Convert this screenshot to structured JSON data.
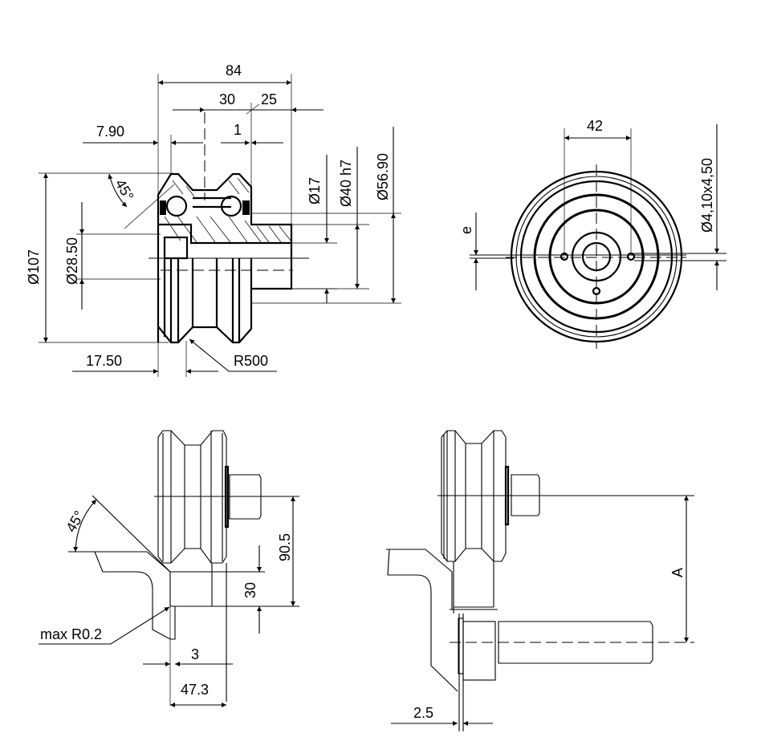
{
  "section_view": {
    "dim_overall_width": "84",
    "dim_30": "30",
    "dim_25": "25",
    "dim_7_90": "7.90",
    "dim_1": "1",
    "dim_angle": "45°",
    "dim_d17": "Ø17",
    "dim_d40": "Ø40 h7",
    "dim_d56": "Ø56.90",
    "dim_d107": "Ø107",
    "dim_d28": "Ø28.50",
    "dim_17_50": "17.50",
    "dim_radius": "R500"
  },
  "front_view": {
    "dim_42": "42",
    "dim_e": "e",
    "dim_hole": "Ø4,10x4,50"
  },
  "mount_view_left": {
    "dim_angle": "45°",
    "dim_90_5": "90.5",
    "dim_30": "30",
    "note_radius": "max R0.2",
    "dim_3": "3",
    "dim_47_3": "47.3"
  },
  "mount_view_right": {
    "dim_A": "A",
    "dim_2_5": "2.5"
  }
}
